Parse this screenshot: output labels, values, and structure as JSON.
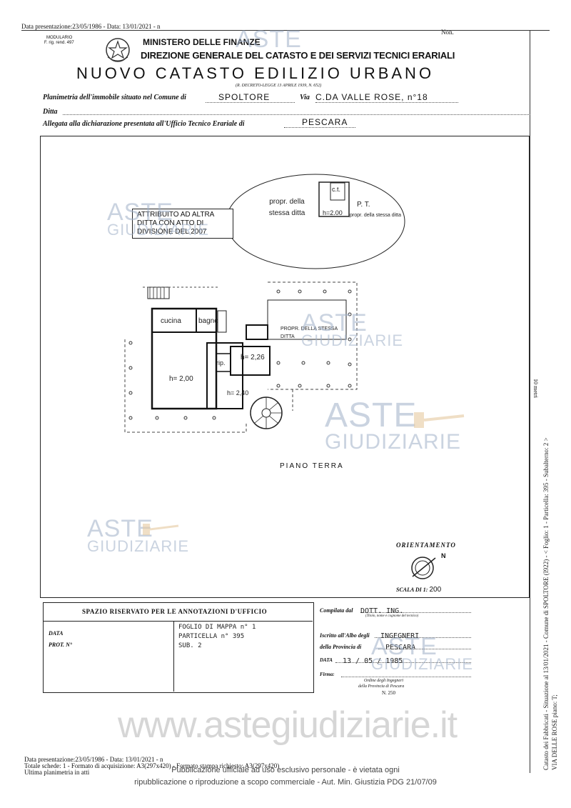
{
  "header": {
    "top_line": "Data presentazione:23/05/1986 - Data: 13/01/2021 - n",
    "top_right": "Non.",
    "modulario": "MODULARIO",
    "modulario_sub": "F. rig. rend. 497",
    "ministry": "MINISTERO DELLE FINANZE",
    "direction": "DIREZIONE GENERALE DEL CATASTO E DEI SERVIZI TECNICI ERARIALI",
    "title": "NUOVO CATASTO EDILIZIO URBANO",
    "decree": "(R. DECRETO-LEGGE 13 APRILE 1939, N. 652)"
  },
  "form": {
    "planimetria_label": "Planimetria dell'immobile situato nel Comune di",
    "comune": "SPOLTORE",
    "via_label": "Via",
    "via": "C.DA VALLE ROSE, n°18",
    "ditta_label": "Ditta",
    "allegata_label": "Allegata alla dichiarazione presentata all'Ufficio Tecnico Erariale di",
    "ufficio": "PESCARA"
  },
  "plan": {
    "ellipse_note": "ATTRIBUITO AD ALTRA DITTA CON ATTO DI DIVISIONE DEL 2007",
    "prop_stessa": "propr. della stessa ditta",
    "ct": "c.t.",
    "h_small": "h=2.00",
    "pt": "P. T.",
    "prop_small": "propr. della stessa ditta",
    "cucina": "cucina",
    "bagno": "bagno",
    "h_main": "h= 2,00",
    "rip": "rip.",
    "h_226": "h= 2,26",
    "h_240": "h= 2,40",
    "prop_right": "PROPR. DELLA STESSA DITTA",
    "floor": "PIANO TERRA",
    "orientamento": "ORIENTAMENTO",
    "north": "N",
    "scala_label": "SCALA DI 1:",
    "scala": "200"
  },
  "footer_box": {
    "spazio": "SPAZIO RISERVATO PER LE ANNOTAZIONI D'UFFICIO",
    "data_label": "DATA",
    "prot_label": "PROT. N°",
    "foglio": "FOGLIO DI MAPPA n° 1",
    "particella": "PARTICELLA n° 395",
    "sub": "SUB. 2",
    "compilata_label": "Compilata dal",
    "compilata": "DOTT. ING.",
    "compilata_sub": "(Titolo, nome e cognome del tecnico)",
    "iscritto_label": "Iscritto all'Albo degli",
    "albo": "INGEGNERI",
    "provincia_label": "della Provincia di",
    "provincia": "PESCARA",
    "data2_label": "DATA",
    "data2": "13 / 05 / 1985",
    "firma_label": "Firma:",
    "ordine1": "Ordine degli Ingegneri",
    "ordine2": "della Provincia di Pescara",
    "ordine3": "N. 250"
  },
  "bottom": {
    "line1": "Data presentazione:23/05/1986 - Data: 13/01/2021 - n",
    "line2": "Totale schede: 1 - Formato di acquisizione: A3(297x420) - Formato stampa richiesto: A3(297x420)",
    "line3": "Ultima planimetria in atti",
    "website": "www.astegiudiziarie.it",
    "notice1": "Pubblicazione ufficiale ad uso esclusivo personale - è vietata ogni",
    "notice2": "ripubblicazione o riproduzione a scopo commerciale - Aut. Min. Giustizia PDG 21/07/09"
  },
  "side": {
    "text1": "Catasto dei Fabbricati - Situazione al 13/01/2021 - Comune di SPOLTORE (I922) - < Foglio: 1 - Particella: 395 - Subalterno: 2 >",
    "text2": "VIA DELLE ROSE piano: T;",
    "text3": "10 metri"
  },
  "watermark": {
    "aste": "ASTE",
    "giudiziarie": "GIUDIZIARIE"
  }
}
